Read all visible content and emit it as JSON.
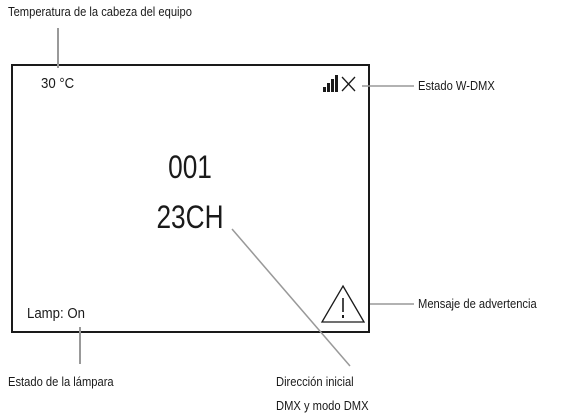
{
  "display": {
    "head_temperature": "30 °C",
    "dmx_address": "001",
    "dmx_mode": "23CH",
    "lamp_status": "Lamp: On",
    "wdmx_icon": "signal-bars-with-x-icon",
    "warning_icon": "warning-triangle-icon"
  },
  "callouts": {
    "head_temperature": "Temperatura de la cabeza del equipo",
    "wdmx_status": "Estado W-DMX",
    "warning_message": "Mensaje de advertencia",
    "lamp_status": "Estado de la lámpara",
    "dmx_address_line1": "Dirección inicial",
    "dmx_address_line2": "DMX y modo DMX"
  },
  "colors": {
    "ink": "#1a1a1a",
    "leader": "#999999",
    "background": "#ffffff"
  }
}
